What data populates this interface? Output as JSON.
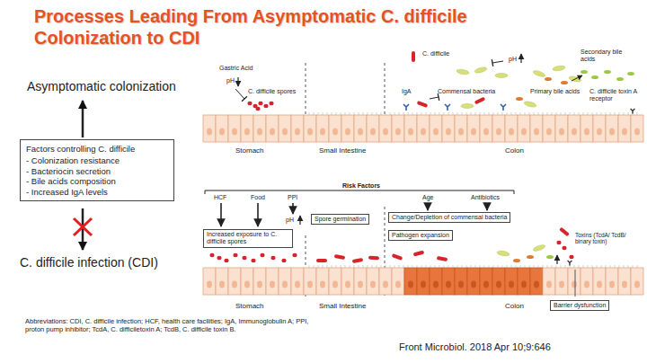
{
  "diagram": {
    "title": "Processes Leading From Asymptomatic C. difficile Colonization to CDI",
    "nodes": [
      {
        "text": [
          "Factors controlling C. difficile",
          "- Colonization resistance",
          "- Bacteriocin secretion",
          "- Bile acids composition",
          "- Increased IgA levels"
        ]
      },
      {
        "text": [
          "Increased exposure to C. difficile spores"
        ]
      },
      {
        "text": [
          "Spore germination"
        ]
      },
      {
        "text": [
          "Change/Depletion of commensal bacteria"
        ]
      },
      {
        "text": [
          "Pathogen expansion"
        ]
      },
      {
        "text": [
          "Barrier dysfunction"
        ]
      }
    ],
    "labels": [
      "Asymptomatic colonization",
      "C. difficile infection (CDI)",
      "Gastric Acid",
      "pH",
      "C. difficile spores",
      "C. difficile",
      "IgA",
      "Commensal bacteria",
      "pH",
      "Secondary bile acids",
      "Primary bile acids",
      "C. difficile toxin A receptor",
      "Stomach",
      "Small Intestine",
      "Colon",
      "Risk Factors",
      "HCF",
      "Food",
      "PPI",
      "pH",
      "Age",
      "Antibiotics",
      "Toxins (TcdA/ TcdB/ binary toxin)",
      "Stomach",
      "Small Intestine",
      "Colon",
      "Abbreviations: CDI, C. difficile infection; HCF, health care facilities; IgA, Immunoglobulin A; PPI, proton pump inhibitor; TcdA, C. difficiletoxin A; TcdB, C. difficile toxin B.",
      "Front Microbiol. 2018 Apr 10;9:646"
    ]
  }
}
